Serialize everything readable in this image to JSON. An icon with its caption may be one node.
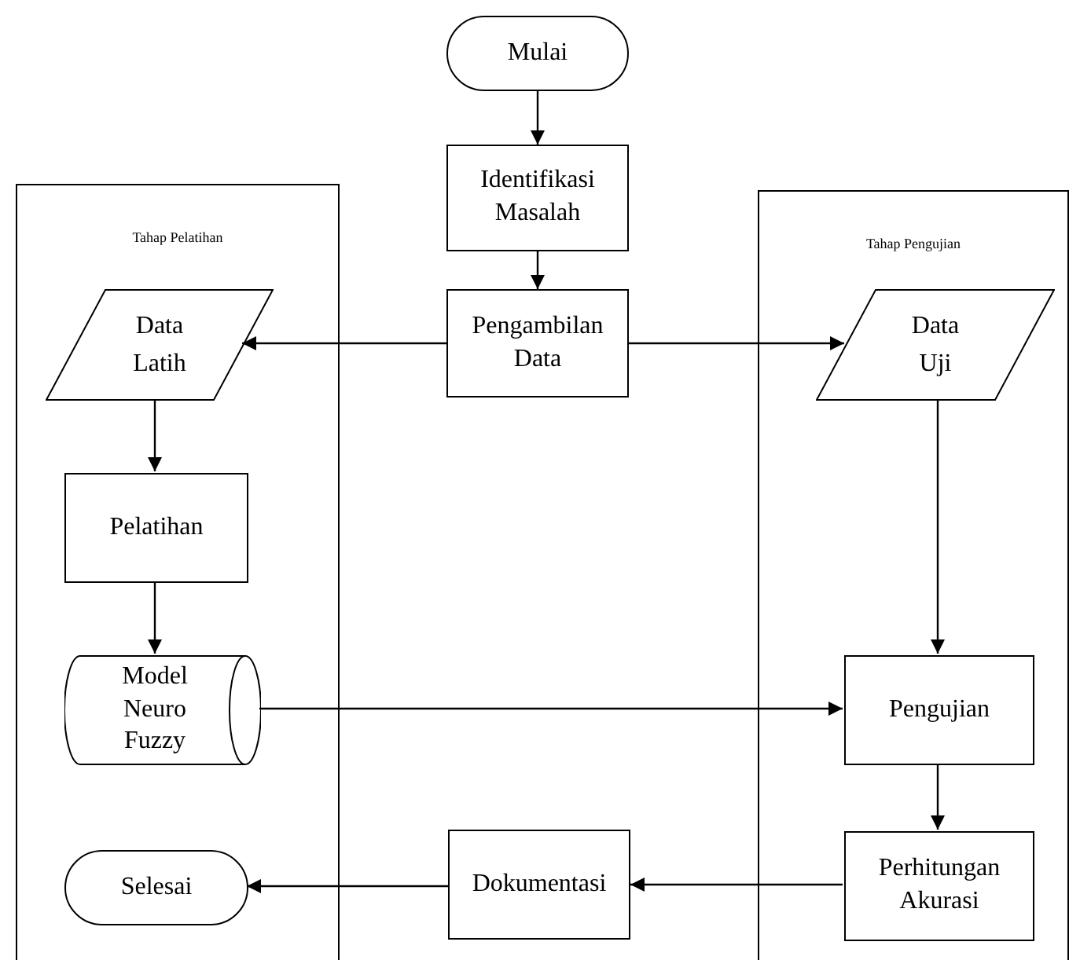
{
  "diagram": {
    "nodes": [
      {
        "text": [
          "Mulai"
        ]
      },
      {
        "text": [
          "Identifikasi Masalah"
        ]
      },
      {
        "text": [
          "Pengambilan Data"
        ]
      },
      {
        "text": [
          "Tahap Pelatihan"
        ]
      },
      {
        "text": [
          "Data Latih"
        ],
        "in": 3
      },
      {
        "text": [
          "Pelatihan"
        ],
        "in": 3
      },
      {
        "text": [
          "Model Neuro Fuzzy"
        ],
        "in": 3
      },
      {
        "text": [
          "Selesai"
        ],
        "in": 3
      },
      {
        "text": [
          "Tahap Pengujian"
        ]
      },
      {
        "text": [
          "Data Uji"
        ],
        "in": 8
      },
      {
        "text": [
          "Pengujian"
        ],
        "in": 8
      },
      {
        "text": [
          "Perhitungan Akurasi"
        ],
        "in": 8
      },
      {
        "text": [
          "Dokumentasi"
        ]
      }
    ],
    "edges": [
      {
        "from": 0,
        "to": 1,
        "arrow": "to"
      },
      {
        "from": 1,
        "to": 2,
        "arrow": "to"
      },
      {
        "from": 2,
        "to": 4,
        "arrow": "to"
      },
      {
        "from": 2,
        "to": 9,
        "arrow": "to"
      },
      {
        "from": 4,
        "to": 5,
        "arrow": "to"
      },
      {
        "from": 5,
        "to": 6,
        "arrow": "to"
      },
      {
        "from": 6,
        "to": 10,
        "arrow": "to"
      },
      {
        "from": 9,
        "to": 10,
        "arrow": "to"
      },
      {
        "from": 10,
        "to": 11,
        "arrow": "to"
      },
      {
        "from": 11,
        "to": 12,
        "arrow": "to"
      },
      {
        "from": 12,
        "to": 7,
        "arrow": "to"
      }
    ]
  }
}
